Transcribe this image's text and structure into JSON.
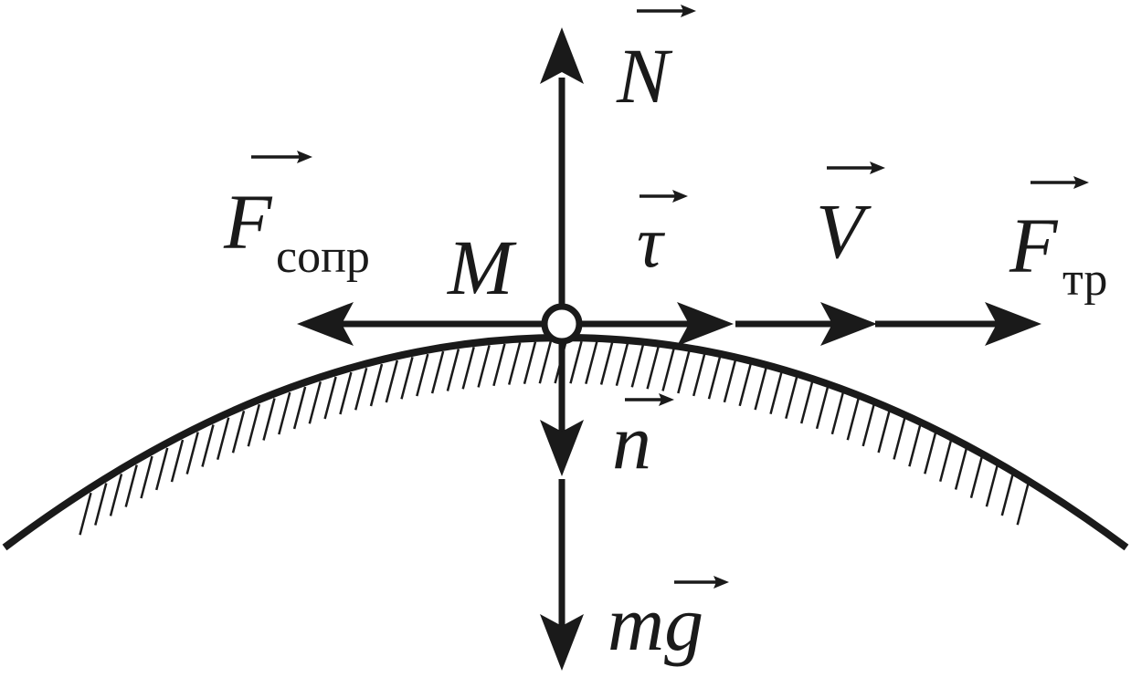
{
  "point": {
    "label": "M"
  },
  "vectors": {
    "normal_force": {
      "symbol": "N",
      "subscript": ""
    },
    "drag_force": {
      "symbol": "F",
      "subscript": "сопр"
    },
    "tangent_unit": {
      "symbol": "τ",
      "subscript": ""
    },
    "velocity": {
      "symbol": "V",
      "subscript": ""
    },
    "friction_force": {
      "symbol": "F",
      "subscript": "тр"
    },
    "normal_unit": {
      "symbol": "n",
      "subscript": ""
    },
    "gravity": {
      "symbol": "mg",
      "subscript": ""
    }
  },
  "colors": {
    "ink": "#1a1a1a",
    "background": "#ffffff"
  }
}
